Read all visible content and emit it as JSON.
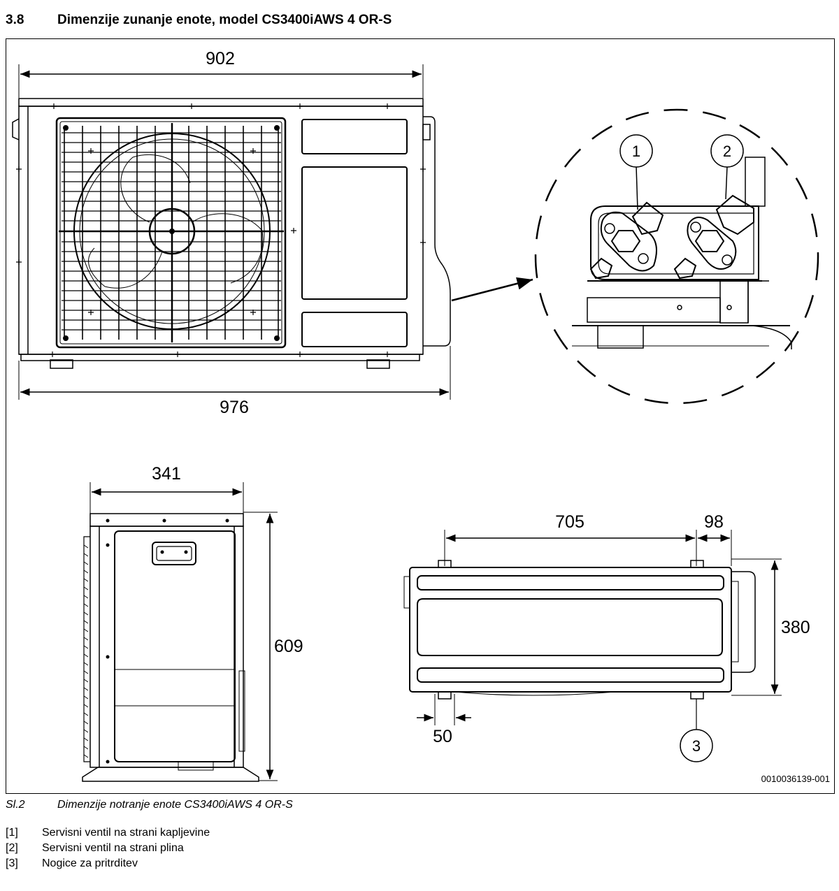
{
  "heading": {
    "number": "3.8",
    "title": "Dimenzije zunanje enote, model CS3400iAWS 4 OR-S"
  },
  "dimensions": {
    "top_width": "902",
    "total_width": "976",
    "side_width": "341",
    "height": "609",
    "foot_spacing": "705",
    "foot_offset": "98",
    "depth": "380",
    "foot_width": "50"
  },
  "callouts": {
    "c1": "1",
    "c2": "2",
    "c3": "3"
  },
  "drawing_code": "0010036139-001",
  "caption": {
    "number": "Sl.2",
    "text": "Dimenzije notranje enote CS3400iAWS 4 OR-S"
  },
  "legend": [
    {
      "key": "[1]",
      "text": "Servisni ventil na strani kapljevine"
    },
    {
      "key": "[2]",
      "text": "Servisni ventil na strani plina"
    },
    {
      "key": "[3]",
      "text": "Nogice za pritrditev"
    }
  ]
}
